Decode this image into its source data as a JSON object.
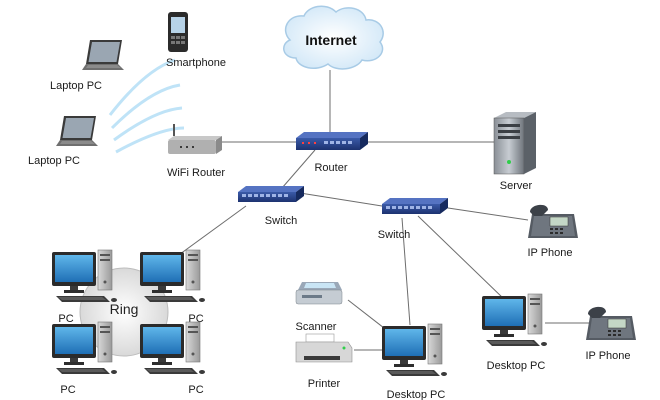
{
  "diagram": {
    "cloud_label": "Internet",
    "ring_label": "Ring",
    "devices": {
      "laptop_top": "Laptop PC",
      "laptop_bottom": "Laptop PC",
      "smartphone": "Smartphone",
      "wifi_router": "WiFi Router",
      "router": "Router",
      "server": "Server",
      "switch_left": "Switch",
      "switch_right": "Switch",
      "ip_phone_top": "IP Phone",
      "ip_phone_bottom": "IP Phone",
      "ring_pc_tl": "PC",
      "ring_pc_tr": "PC",
      "ring_pc_bl": "PC",
      "ring_pc_br": "PC",
      "scanner": "Scanner",
      "printer": "Printer",
      "desktop_center": "Desktop PC",
      "desktop_right": "Desktop PC"
    }
  }
}
